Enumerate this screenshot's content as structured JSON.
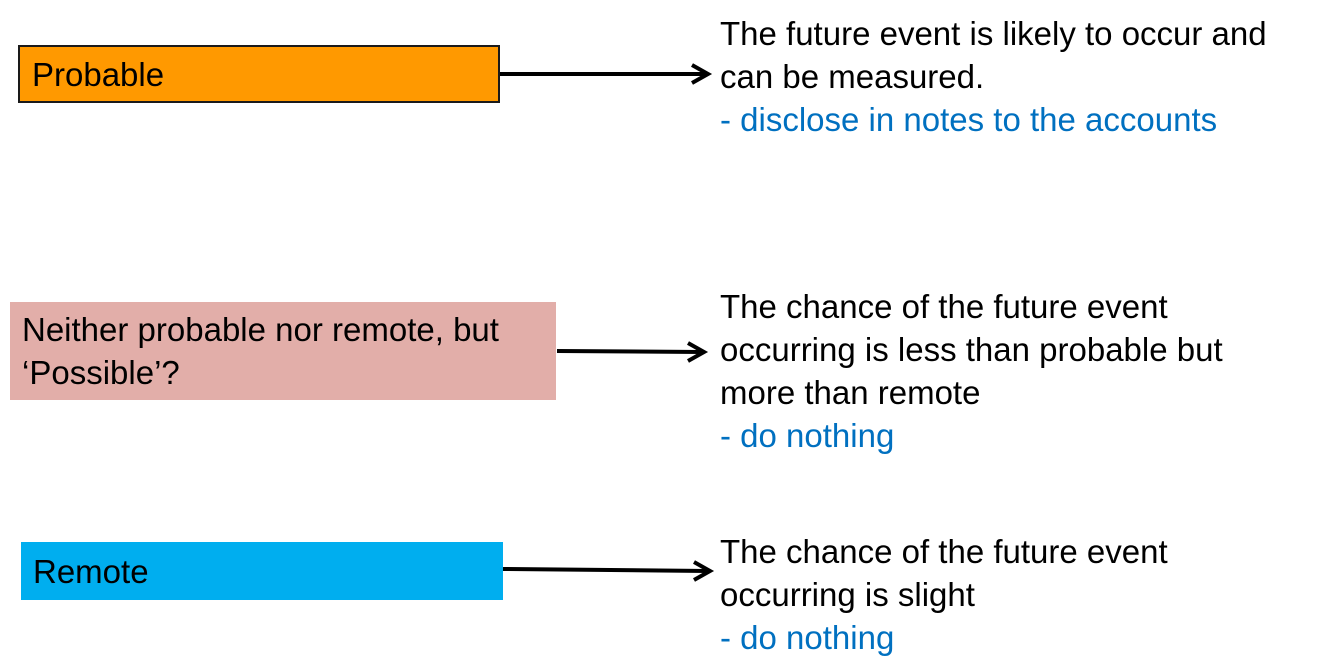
{
  "colors": {
    "probable_box_fill": "#FF9900",
    "probable_box_border": "#1A1A1A",
    "possible_box_fill": "#E2AEA9",
    "remote_box_fill": "#00AEEF",
    "action_text": "#0070C0",
    "body_text": "#000000",
    "arrow": "#000000",
    "background": "#FFFFFF"
  },
  "rows": [
    {
      "box_lines": [
        "Probable"
      ],
      "description_lines": [
        "The future event is likely to occur and",
        "can be measured."
      ],
      "action": "- disclose in notes to the accounts"
    },
    {
      "box_lines": [
        "Neither probable nor remote, but",
        "‘Possible’?"
      ],
      "description_lines": [
        "The chance of the future event",
        "occurring is less than probable but",
        "more than remote"
      ],
      "action": "- do nothing"
    },
    {
      "box_lines": [
        "Remote"
      ],
      "description_lines": [
        "The chance of the future event",
        "occurring is slight"
      ],
      "action": "- do nothing"
    }
  ]
}
